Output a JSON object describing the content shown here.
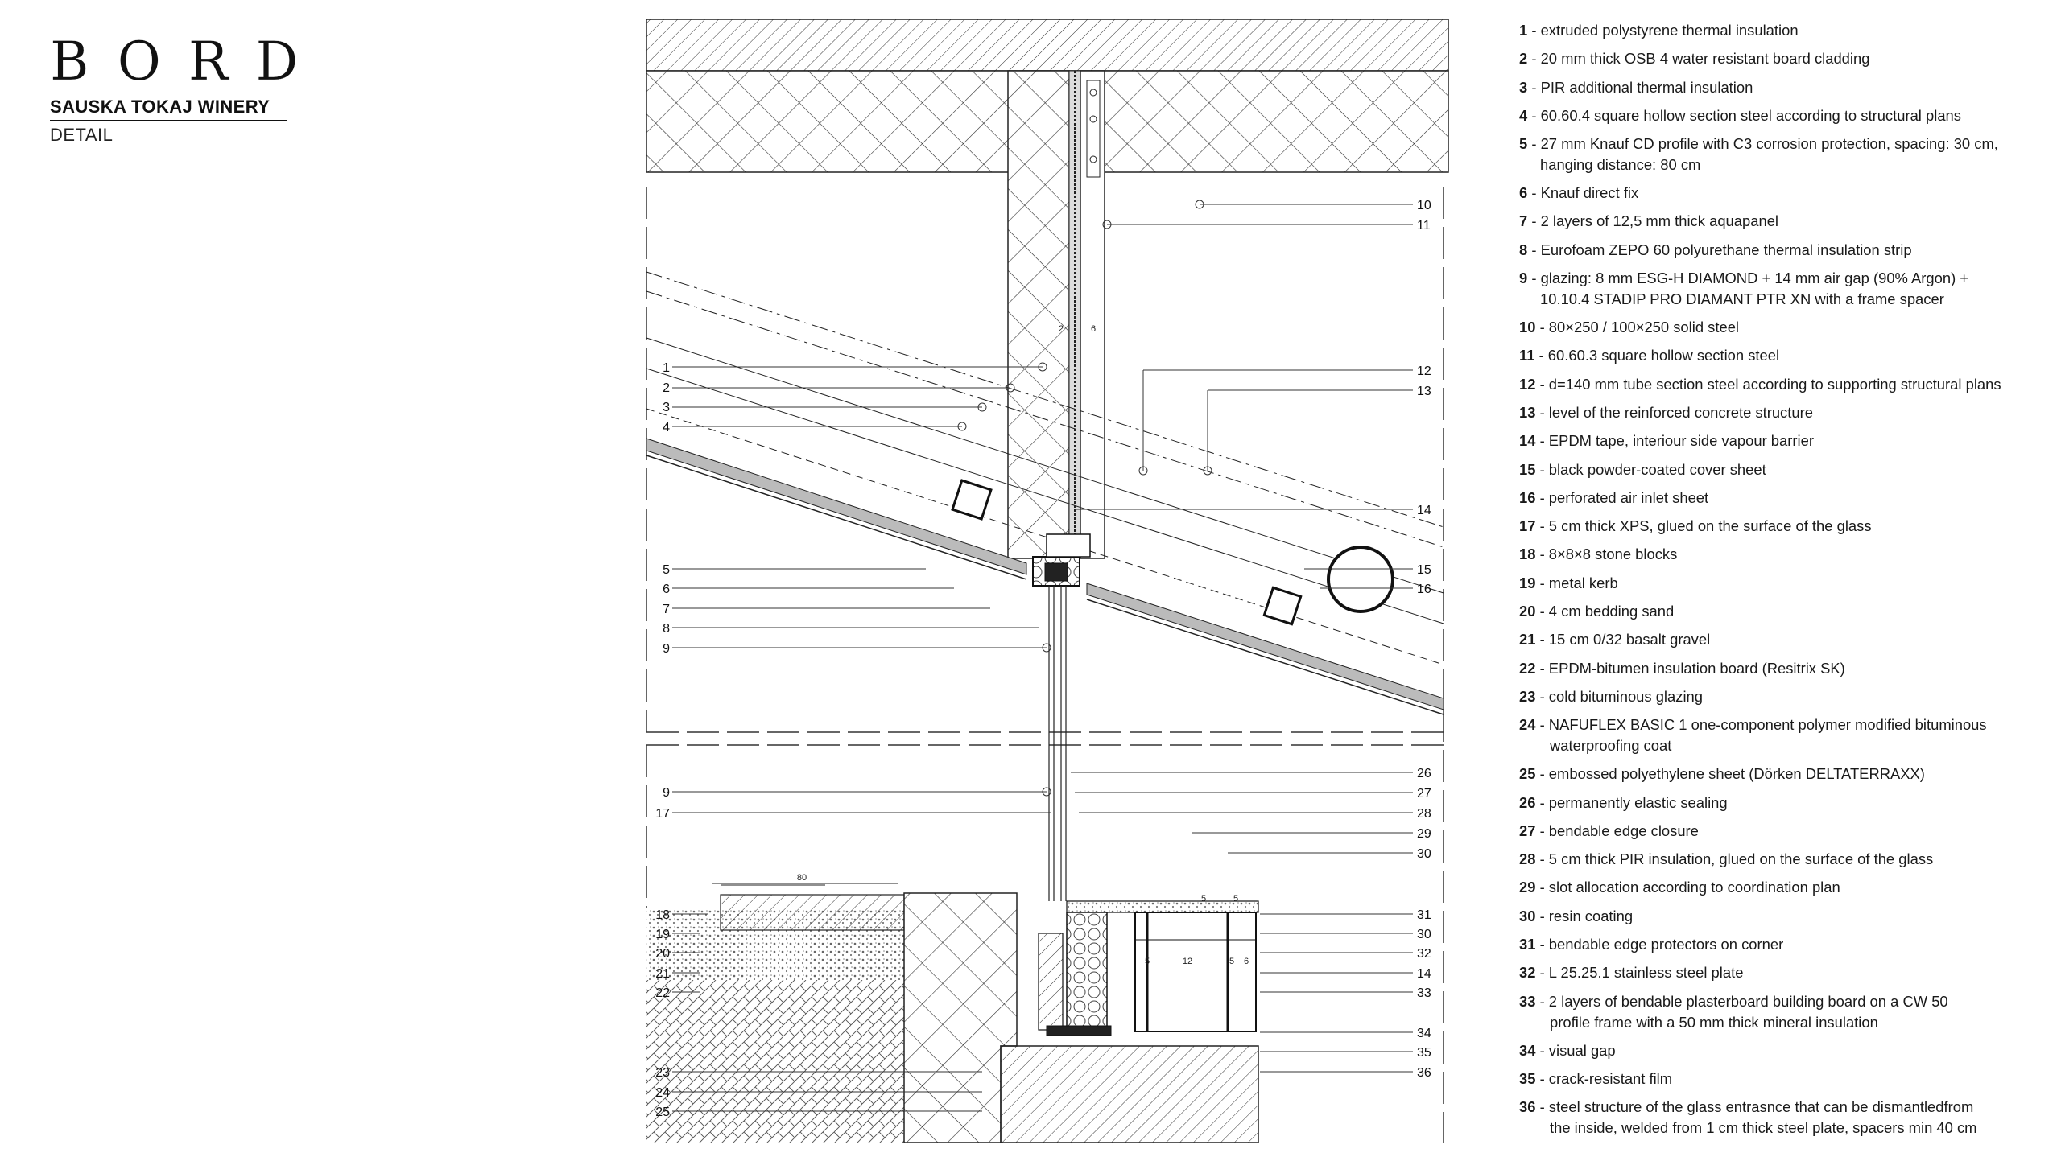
{
  "header": {
    "logo": "BORD",
    "project": "SAUSKA TOKAJ WINERY",
    "subtitle": "DETAIL"
  },
  "dimensions": {
    "gravel_width": "80",
    "small_a": "6",
    "small_b": "2",
    "insul_a": "5",
    "insul_b": "12",
    "insul_c": "5",
    "insul_d": "6",
    "insul_e": "5",
    "insul_f": "5"
  },
  "left_callouts": [
    "1",
    "2",
    "3",
    "4",
    "5",
    "6",
    "7",
    "8",
    "9",
    "9",
    "17",
    "18",
    "19",
    "20",
    "21",
    "22",
    "23",
    "24",
    "25"
  ],
  "right_callouts": [
    "10",
    "11",
    "12",
    "13",
    "14",
    "15",
    "16",
    "26",
    "27",
    "28",
    "29",
    "30",
    "31",
    "30",
    "32",
    "14",
    "33",
    "34",
    "35",
    "36"
  ],
  "legend": [
    {
      "num": "1",
      "text": "extruded polystyrene thermal insulation"
    },
    {
      "num": "2",
      "text": "20 mm thick OSB 4 water resistant board cladding"
    },
    {
      "num": "3",
      "text": "PIR additional thermal insulation"
    },
    {
      "num": "4",
      "text": "60.60.4 square hollow section steel according to structural plans"
    },
    {
      "num": "5",
      "text": "27 mm Knauf CD profile with C3 corrosion protection, spacing: 30 cm,",
      "cont": "hanging distance: 80 cm"
    },
    {
      "num": "6",
      "text": "Knauf direct fix"
    },
    {
      "num": "7",
      "text": "2 layers of 12,5 mm thick aquapanel"
    },
    {
      "num": "8",
      "text": "Eurofoam ZEPO 60 polyurethane thermal insulation strip"
    },
    {
      "num": "9",
      "text": "glazing: 8 mm ESG-H DIAMOND + 14 mm air gap (90% Argon) +",
      "cont": "10.10.4 STADIP PRO DIAMANT PTR XN with a frame spacer"
    },
    {
      "num": "10",
      "text": "80×250 / 100×250 solid steel"
    },
    {
      "num": "11",
      "text": "60.60.3 square hollow section steel"
    },
    {
      "num": "12",
      "text": "d=140 mm tube section steel according to supporting structural plans"
    },
    {
      "num": "13",
      "text": "level of the reinforced concrete structure"
    },
    {
      "num": "14",
      "text": "EPDM tape, interiour side vapour barrier"
    },
    {
      "num": "15",
      "text": "black powder-coated cover sheet"
    },
    {
      "num": "16",
      "text": "perforated air inlet sheet"
    },
    {
      "num": "17",
      "text": "5 cm thick XPS, glued on the surface of the glass"
    },
    {
      "num": "18",
      "text": "8×8×8 stone blocks"
    },
    {
      "num": "19",
      "text": "metal kerb"
    },
    {
      "num": "20",
      "text": "4 cm bedding sand"
    },
    {
      "num": "21",
      "text": "15 cm 0/32 basalt gravel"
    },
    {
      "num": "22",
      "text": "EPDM-bitumen insulation board (Resitrix SK)"
    },
    {
      "num": "23",
      "text": "cold bituminous glazing"
    },
    {
      "num": "24",
      "text": "NAFUFLEX BASIC 1 one-component polymer modified bituminous",
      "cont": "waterproofing coat"
    },
    {
      "num": "25",
      "text": "embossed polyethylene sheet (Dörken DELTATERRAXX)"
    },
    {
      "num": "26",
      "text": "permanently elastic sealing"
    },
    {
      "num": "27",
      "text": "bendable edge closure"
    },
    {
      "num": "28",
      "text": "5 cm thick PIR insulation, glued on the surface of the glass"
    },
    {
      "num": "29",
      "text": "slot allocation according to coordination plan"
    },
    {
      "num": "30",
      "text": "resin coating"
    },
    {
      "num": "31",
      "text": "bendable edge protectors on corner"
    },
    {
      "num": "32",
      "text": "L 25.25.1 stainless steel plate"
    },
    {
      "num": "33",
      "text": "2 layers of bendable plasterboard building board on a CW 50",
      "cont": "profile frame with a 50 mm thick mineral insulation"
    },
    {
      "num": "34",
      "text": "visual gap"
    },
    {
      "num": "35",
      "text": "crack-resistant film"
    },
    {
      "num": "36",
      "text": "steel structure of the glass entrasnce that can be dismantledfrom",
      "cont": "the inside, welded from 1 cm thick steel plate, spacers min 40 cm"
    }
  ]
}
